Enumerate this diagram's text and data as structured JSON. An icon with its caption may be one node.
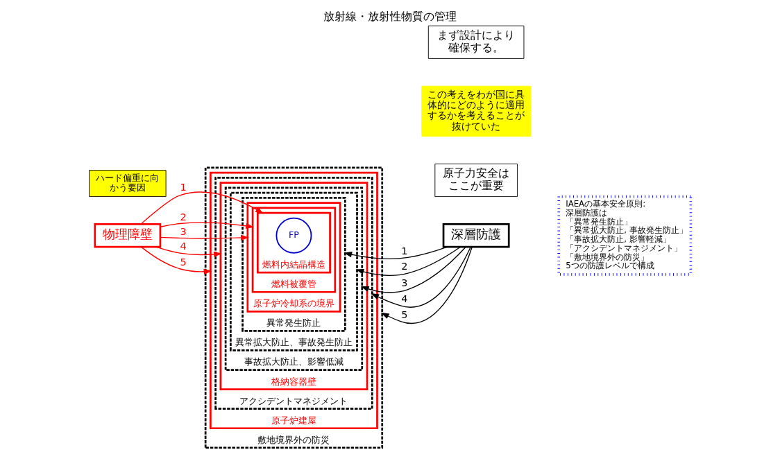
{
  "diagram": {
    "title": "放射線・放射性物質の管理",
    "nodes": [
      {
        "text": [
          "敷地境界外の防災"
        ]
      },
      {
        "text": [
          "原子炉建屋"
        ],
        "in": 0
      },
      {
        "text": [
          "アクシデントマネジメント"
        ],
        "in": 1
      },
      {
        "text": [
          "格納容器壁"
        ],
        "in": 2
      },
      {
        "text": [
          "事故拡大防止、影響低減"
        ],
        "in": 3
      },
      {
        "text": [
          "異常拡大防止、事故発生防止"
        ],
        "in": 4
      },
      {
        "text": [
          "異常発生防止"
        ],
        "in": 5
      },
      {
        "text": [
          "原子炉冷却系の境界"
        ],
        "in": 6
      },
      {
        "text": [
          "燃料被覆管"
        ],
        "in": 7
      },
      {
        "text": [
          "燃料内結晶構造"
        ],
        "in": 8
      },
      {
        "text": [
          "FP"
        ],
        "in": 9
      },
      {
        "text": [
          "物理障壁"
        ]
      },
      {
        "text": [
          "深層防護"
        ]
      },
      {
        "text": [
          "ハード偏重に向かう要因"
        ]
      },
      {
        "text": [
          "まず設計により確保する。"
        ]
      },
      {
        "text": [
          "この考えをわが国に具体的にどのように適用するかを考えることが抜けていた"
        ]
      },
      {
        "text": [
          "原子力安全はここが重要"
        ]
      },
      {
        "text": [
          "IAEAの基本安全原則:",
          "深層防護は",
          "「異常発生防止」",
          "「異常拡大防止, 事故発生防止」",
          "「事故拡大防止, 影響軽減」",
          "「アクシデントマネジメント」",
          "「敷地境界外の防災」",
          "5つの防護レベルで構成"
        ]
      }
    ],
    "edges": [
      {
        "from": 11,
        "to": 9,
        "arrow": "to",
        "label": "1",
        "color": "#ff0000"
      },
      {
        "from": 11,
        "to": 8,
        "arrow": "to",
        "label": "2",
        "color": "#ff0000"
      },
      {
        "from": 11,
        "to": 7,
        "arrow": "to",
        "label": "3",
        "color": "#ff0000"
      },
      {
        "from": 11,
        "to": 3,
        "arrow": "to",
        "label": "4",
        "color": "#ff0000"
      },
      {
        "from": 11,
        "to": 1,
        "arrow": "to",
        "label": "5",
        "color": "#ff0000"
      },
      {
        "from": 12,
        "to": 6,
        "arrow": "to",
        "label": "1",
        "color": "#000000"
      },
      {
        "from": 12,
        "to": 5,
        "arrow": "to",
        "label": "2",
        "color": "#000000"
      },
      {
        "from": 12,
        "to": 4,
        "arrow": "to",
        "label": "3",
        "color": "#000000"
      },
      {
        "from": 12,
        "to": 2,
        "arrow": "to",
        "label": "4",
        "color": "#000000"
      },
      {
        "from": 12,
        "to": 0,
        "arrow": "to",
        "label": "5",
        "color": "#000000"
      }
    ]
  }
}
